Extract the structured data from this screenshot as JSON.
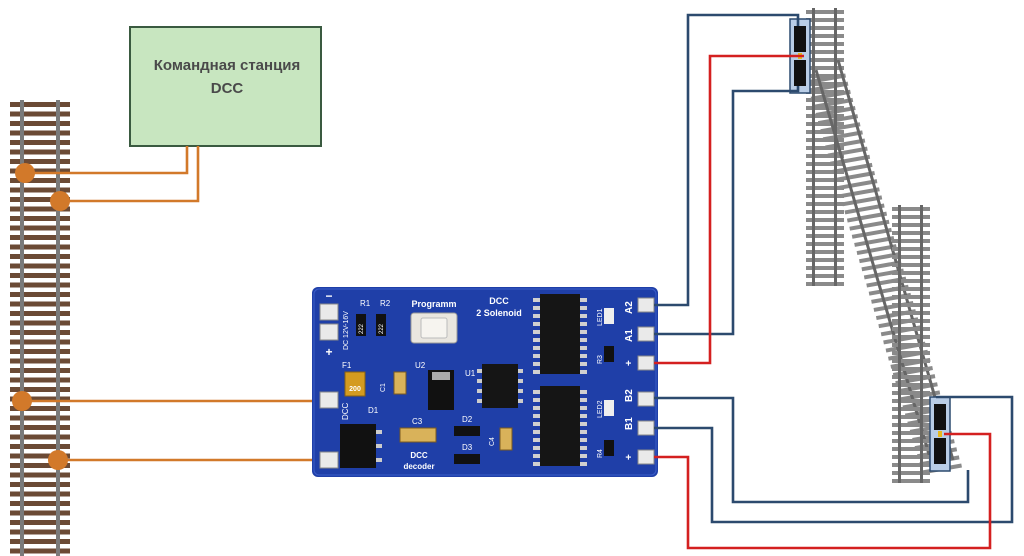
{
  "station": {
    "line1": "Командная станция",
    "line2": "DCC"
  },
  "board": {
    "programm": "Programm",
    "dcc_top": "DCC",
    "solenoid": "2 Solenoid",
    "dcc_bottom": "DCC",
    "decoder": "decoder",
    "r1": "R1",
    "r2": "R2",
    "f1": "F1",
    "c1": "C1",
    "u2": "U2",
    "u1": "U1",
    "d1": "D1",
    "c3": "C3",
    "d2": "D2",
    "d3": "D3",
    "c4": "C4",
    "r3": "R3",
    "r4": "R4",
    "led1": "LED1",
    "led2": "LED2",
    "a2": "A2",
    "a1": "A1",
    "b2": "B2",
    "b1": "B1",
    "plus": "+",
    "minus": "−",
    "dc_label": "DC 12V-16V",
    "dcc_in": "DCC",
    "fuse_code": "200",
    "res_code_a": "222",
    "res_code_b": "222"
  },
  "colors": {
    "station_fill": "#c8e6c0",
    "station_border": "#3a5a40",
    "dcc_wire": "#d2792a",
    "blue_wire": "#2c4a6e",
    "red_wire": "#d42020",
    "pcb": "#1f3fa8",
    "rail": "#555555",
    "sleeper": "#6b4a35"
  }
}
